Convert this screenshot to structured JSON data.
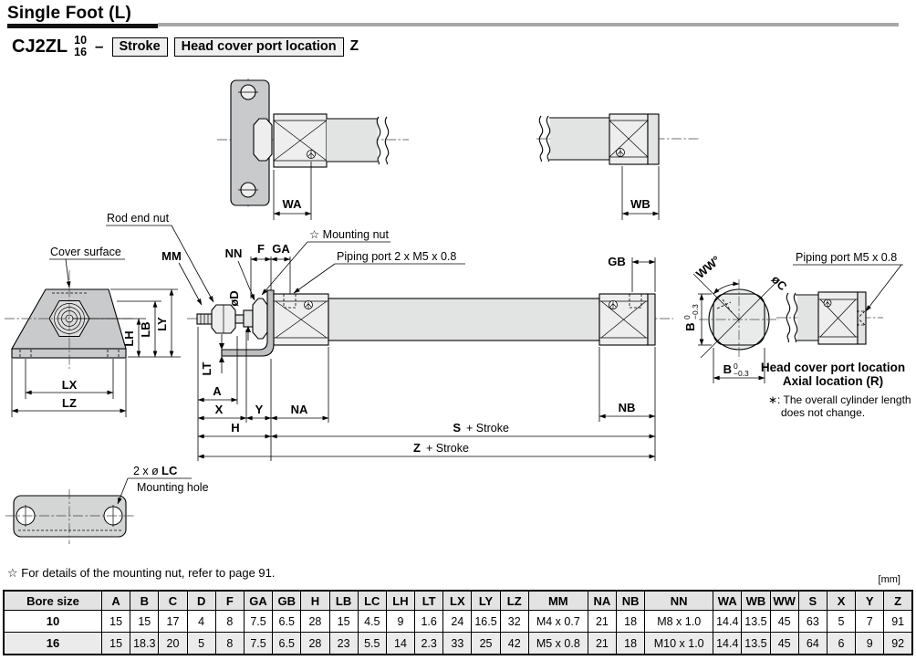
{
  "header": {
    "title": "Single Foot (L)"
  },
  "model": {
    "series": "CJ2ZL",
    "bore_top": "10",
    "bore_bottom": "16",
    "dash": "–",
    "stroke_box": "Stroke",
    "port_box": "Head cover port location",
    "suffix": "Z"
  },
  "dg": {
    "wa": "WA",
    "wb": "WB",
    "gb": "GB",
    "nb": "NB",
    "na": "NA",
    "h": "H",
    "a": "A",
    "x": "X",
    "y": "Y",
    "lt": "LT",
    "lh": "LH",
    "lb": "LB",
    "ly": "LY",
    "lx": "LX",
    "lz": "LZ",
    "mm": "MM",
    "nn": "NN",
    "f": "F",
    "ga": "GA",
    "d_dia": "øD",
    "c_dia": "øC",
    "ww": "WW°",
    "s": "S",
    "z": "Z",
    "plus_stroke": "+ Stroke",
    "b": "B",
    "tol_hi": "0",
    "tol_lo": "−0.3",
    "rod_end_nut": "Rod end nut",
    "cover_surface": "Cover surface",
    "mounting_nut": "☆ Mounting nut",
    "piping_port_double": "Piping port 2 x M5 x 0.8",
    "piping_port_axial": "Piping port M5 x 0.8",
    "lc_prefix": "2 x ø",
    "lc": "LC",
    "mounting_hole": "Mounting hole",
    "axial_cap1": "Head cover port location",
    "axial_cap2": "Axial location (R)",
    "axial_note1": "∗: The overall cylinder length",
    "axial_note2": "does not change."
  },
  "footnote": "☆ For details of the mounting nut, refer to page 91.",
  "unit": "[mm]",
  "table": {
    "headers": [
      "Bore size",
      "A",
      "B",
      "C",
      "D",
      "F",
      "GA",
      "GB",
      "H",
      "LB",
      "LC",
      "LH",
      "LT",
      "LX",
      "LY",
      "LZ",
      "MM",
      "NA",
      "NB",
      "NN",
      "WA",
      "WB",
      "WW",
      "S",
      "X",
      "Y",
      "Z"
    ],
    "rows": [
      [
        "10",
        "15",
        "15",
        "17",
        "4",
        "8",
        "7.5",
        "6.5",
        "28",
        "15",
        "4.5",
        "9",
        "1.6",
        "24",
        "16.5",
        "32",
        "M4 x 0.7",
        "21",
        "18",
        "M8 x 1.0",
        "14.4",
        "13.5",
        "45",
        "63",
        "5",
        "7",
        "91"
      ],
      [
        "16",
        "15",
        "18.3",
        "20",
        "5",
        "8",
        "7.5",
        "6.5",
        "28",
        "23",
        "5.5",
        "14",
        "2.3",
        "33",
        "25",
        "42",
        "M5 x 0.8",
        "21",
        "18",
        "M10 x 1.0",
        "14.4",
        "13.5",
        "45",
        "64",
        "6",
        "9",
        "92"
      ]
    ]
  }
}
